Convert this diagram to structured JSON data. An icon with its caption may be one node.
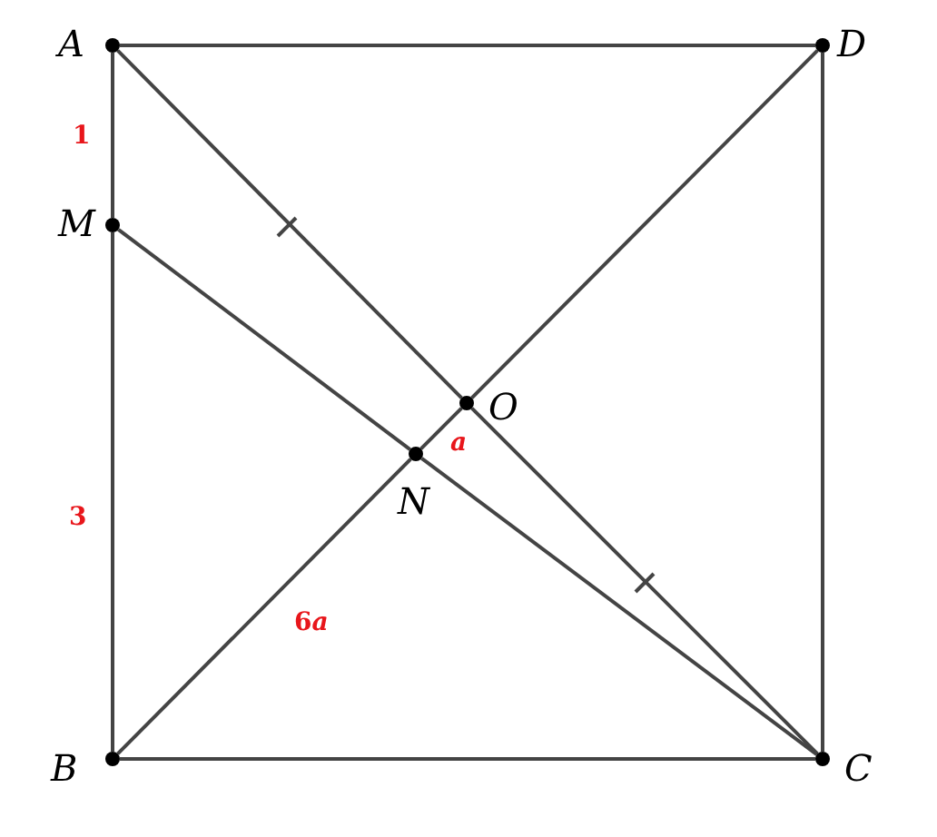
{
  "diagram": {
    "nodes": [
      {
        "text": [
          "A"
        ]
      },
      {
        "text": [
          "D"
        ]
      },
      {
        "text": [
          "M"
        ]
      },
      {
        "text": [
          "O"
        ]
      },
      {
        "text": [
          "N"
        ]
      },
      {
        "text": [
          "B"
        ]
      },
      {
        "text": [
          "C"
        ]
      }
    ],
    "edges": [
      {
        "from": 0,
        "to": 1,
        "arrow": "none"
      },
      {
        "from": 0,
        "to": 2,
        "arrow": "none"
      },
      {
        "from": 2,
        "to": 5,
        "arrow": "none"
      },
      {
        "from": 1,
        "to": 6,
        "arrow": "none"
      },
      {
        "from": 5,
        "to": 6,
        "arrow": "none"
      },
      {
        "from": 0,
        "to": 3,
        "arrow": "none"
      },
      {
        "from": 3,
        "to": 6,
        "arrow": "none"
      },
      {
        "from": 5,
        "to": 4,
        "arrow": "none"
      },
      {
        "from": 4,
        "to": 3,
        "arrow": "none"
      },
      {
        "from": 3,
        "to": 1,
        "arrow": "none"
      },
      {
        "from": 2,
        "to": 4,
        "arrow": "none"
      },
      {
        "from": 4,
        "to": 6,
        "arrow": "none"
      }
    ],
    "labels": [
      "1",
      "3",
      "a",
      "6a"
    ]
  }
}
